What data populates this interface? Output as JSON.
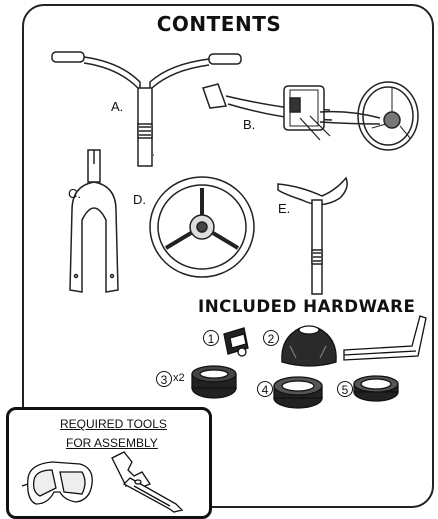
{
  "contents_title": "CONTENTS",
  "parts": [
    {
      "letter": "A.",
      "name": "handlebar-icon"
    },
    {
      "letter": "B.",
      "name": "frame-with-rear-wheel-icon"
    },
    {
      "letter": "C.",
      "name": "front-fork-icon"
    },
    {
      "letter": "D.",
      "name": "front-wheel-icon"
    },
    {
      "letter": "E.",
      "name": "seat-post-icon"
    }
  ],
  "hardware_title": "INCLUDED HARDWARE",
  "hardware": [
    {
      "number": "1",
      "name": "clamp-icon"
    },
    {
      "number": "2",
      "name": "headset-cap-icon"
    },
    {
      "number": "3",
      "quantity": "x2",
      "name": "bearing-cup-icon"
    },
    {
      "number": "4",
      "name": "bearing-ring-icon"
    },
    {
      "number": "5",
      "name": "spacer-ring-icon"
    },
    {
      "name": "allen-key-icon"
    }
  ],
  "tools": {
    "line1": "REQUIRED TOOLS",
    "line2": "FOR ASSEMBLY",
    "items": [
      "safety-goggles-icon",
      "adjustable-wrench-icon"
    ]
  }
}
